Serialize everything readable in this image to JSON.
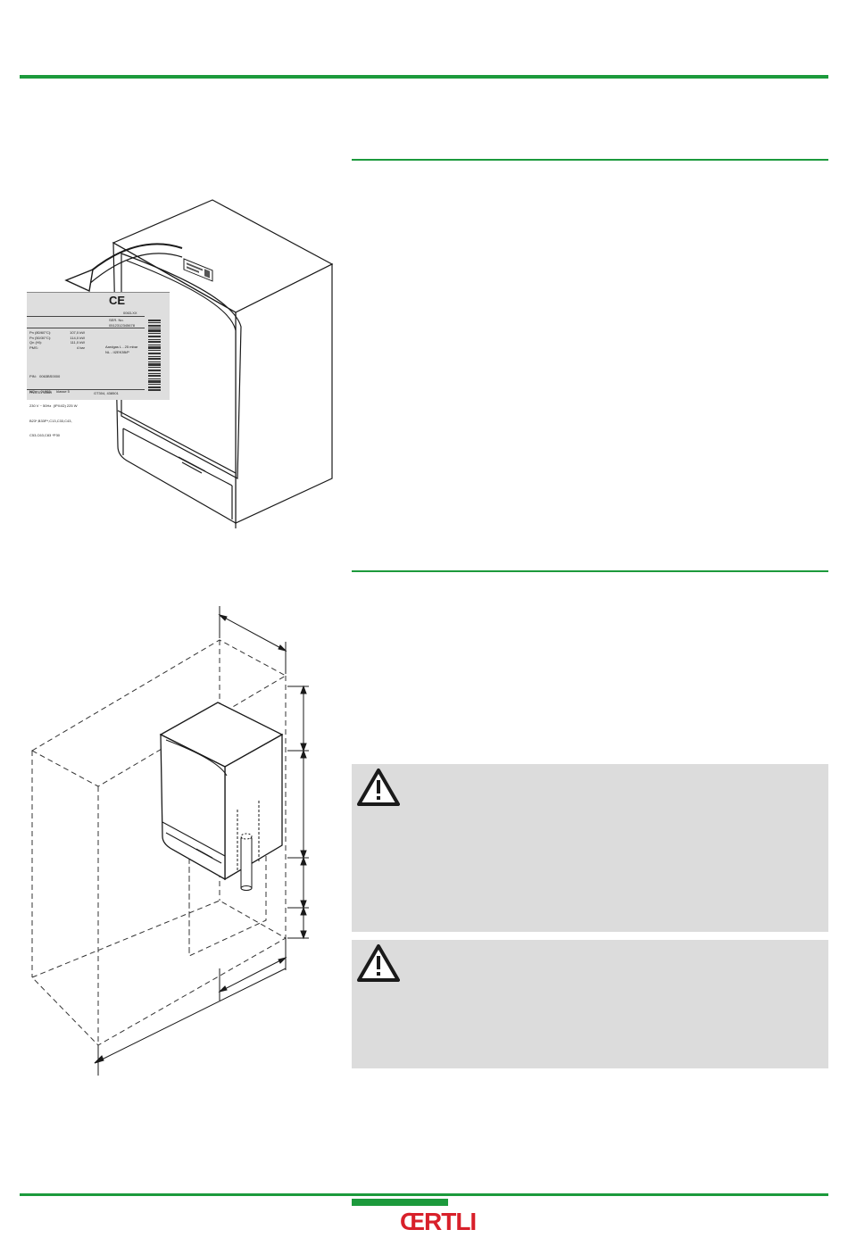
{
  "rating_plate": {
    "ce_mark": "CE",
    "cert_code": "0063-XX",
    "serial_label": "SER. No.",
    "serial_number": "0512312345678",
    "spec_lines": [
      {
        "label": "Pn (80/60°C):",
        "value": "107,0 kW"
      },
      {
        "label": "Pn (50/30°C):",
        "value": "114,0 kW"
      },
      {
        "label": "Qn (Hi):",
        "value": "111,0 kW"
      },
      {
        "label": "PMS:",
        "value": "4 bar"
      }
    ],
    "gas_line_1": "Aardgas L - 25 mbar",
    "gas_line_2": "NL - II2EK3B/P",
    "pin_line": "PIN:   0063BS0000",
    "nox_line": "NOx:   0L003      klasse 5",
    "power_line": "230 V ~ 50Hz  (IPX4D) 225 W",
    "flue_line_1": "B23*,B33P*,C13,C33,C43,",
    "flue_line_2": "C53,C63,C83 *P30",
    "part_no": "PN-5701 13569",
    "model": "GT304, 438501"
  },
  "brand": {
    "logo_text": "ŒRTLI"
  },
  "colors": {
    "accent_green": "#1c9a3c",
    "warning_bg": "#dcdcdc",
    "brand_red": "#d8202a"
  },
  "icons": {
    "warning": "warning-triangle-icon"
  }
}
